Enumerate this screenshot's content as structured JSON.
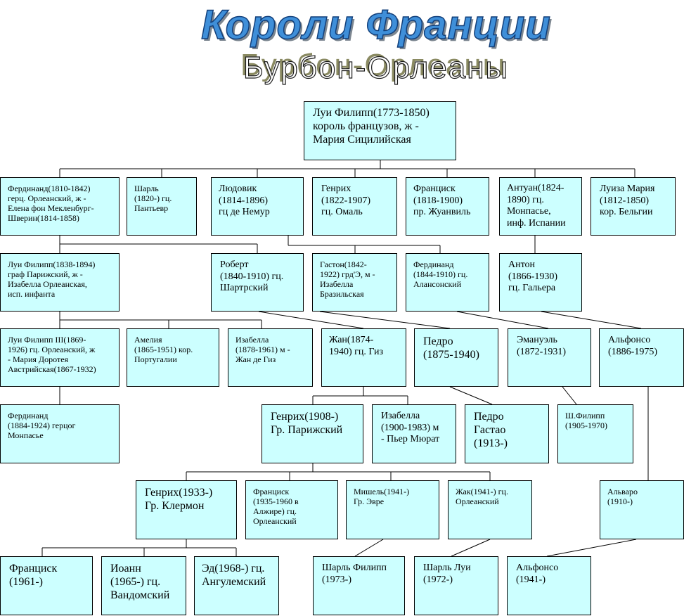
{
  "title": "Короли Франции",
  "subtitle": "Бурбон-Орлеаны",
  "people": {
    "root": "Луи Филипп(1773-1850)\nкороль французов, ж -\nМария Сицилийская",
    "ferdinand1810": "Фердинанд(1810-1842)\nгерц. Орлеанский, ж -\nЕлена фон Мекленбург-\nШверин(1814-1858)",
    "charles1820": "Шарль\n(1820-) гц.\nПантьевр",
    "louis1814": "Людовик\n(1814-1896)\nгц де Немур",
    "henri1822": "Генрих\n(1822-1907)\nгц. Омаль",
    "francis1818": "Франциск\n(1818-1900)\nпр. Жуанвиль",
    "antoine1824": "Антуан(1824-\n1890) гц.\nМонпасье,\nинф. Испании",
    "louise1812": "Луиза Мария\n(1812-1850)\nкор. Бельгии",
    "louis1838": "Луи Филипп(1838-1894)\nграф Парижский, ж -\nИзабелла Орлеанская,\nисп. инфанта",
    "robert1840": "Роберт\n(1840-1910) гц.\nШартрский",
    "gaston1842": "Гастон(1842-\n1922) грд'Э, м -\nИзабелла\nБразильская",
    "ferdinand1844": "Фердинанд\n(1844-1910) гц.\nАлансонский",
    "anton1866": "Антон\n(1866-1930)\nгц. Гальера",
    "louis1869": "Луи Филипп III(1869-\n1926) гц. Орлеанский, ж\n- Мария Доротея\nАвстрийская(1867-1932)",
    "amelia1865": "Амелия\n(1865-1951) кор.\nПортугалии",
    "isabella1878": "Изабелла\n(1878-1961) м -\nЖан де Гиз",
    "jean1874": "Жан(1874-\n1940) гц. Гиз",
    "pedro1875": "Педро\n(1875-1940)",
    "emmanuel1872": "Эмануэль\n(1872-1931)",
    "alfonso1886": "Альфонсо\n(1886-1975)",
    "ferdinand1884": "Фердинанд\n(1884-1924) герцог\nМонпасье",
    "henri1908": "Генрих(1908-)\nГр. Парижский",
    "isabella1900": "Изабелла\n(1900-1983) м\n- Пьер Мюрат",
    "pedro1913": "Педро\nГастао\n(1913-)",
    "philippe1905": "Ш.Филипп\n(1905-1970)",
    "henri1933": "Генрих(1933-)\nГр. Клермон",
    "francis1935": "Франциск\n(1935-1960 в\nАлжире) гц.\nОрлеанский",
    "michel1941": "Мишель(1941-)\nГр. Эвре",
    "jacques1941": "Жак(1941-) гц.\nОрлеанский",
    "alvaro1910": "Альваро\n(1910-)",
    "francis1961": "Франциск\n(1961-)",
    "jean1965": "Иоанн\n(1965-) гц.\nВандомский",
    "eudes1968": "Эд(1968-) гц.\nАнгулемский",
    "charles1973": "Шарль Филипп\n(1973-)",
    "charles1972": "Шарль Луи\n(1972-)",
    "alfonso1941": "Альфонсо\n(1941-)"
  }
}
